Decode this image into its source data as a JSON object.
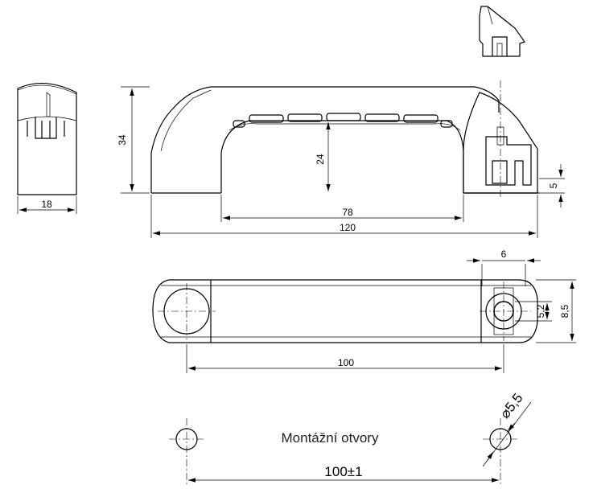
{
  "dimensions": {
    "width_end": "18",
    "height_total": "34",
    "height_inner": "24",
    "length_inner": "78",
    "length_total": "120",
    "boss_height": "5",
    "slot_width": "6",
    "slot_len": "5,2",
    "bar_width": "8,5",
    "hole_spacing": "100",
    "mount_spacing": "100±1",
    "hole_diameter": "⌀5,5"
  },
  "caption": "Montážní otvory"
}
